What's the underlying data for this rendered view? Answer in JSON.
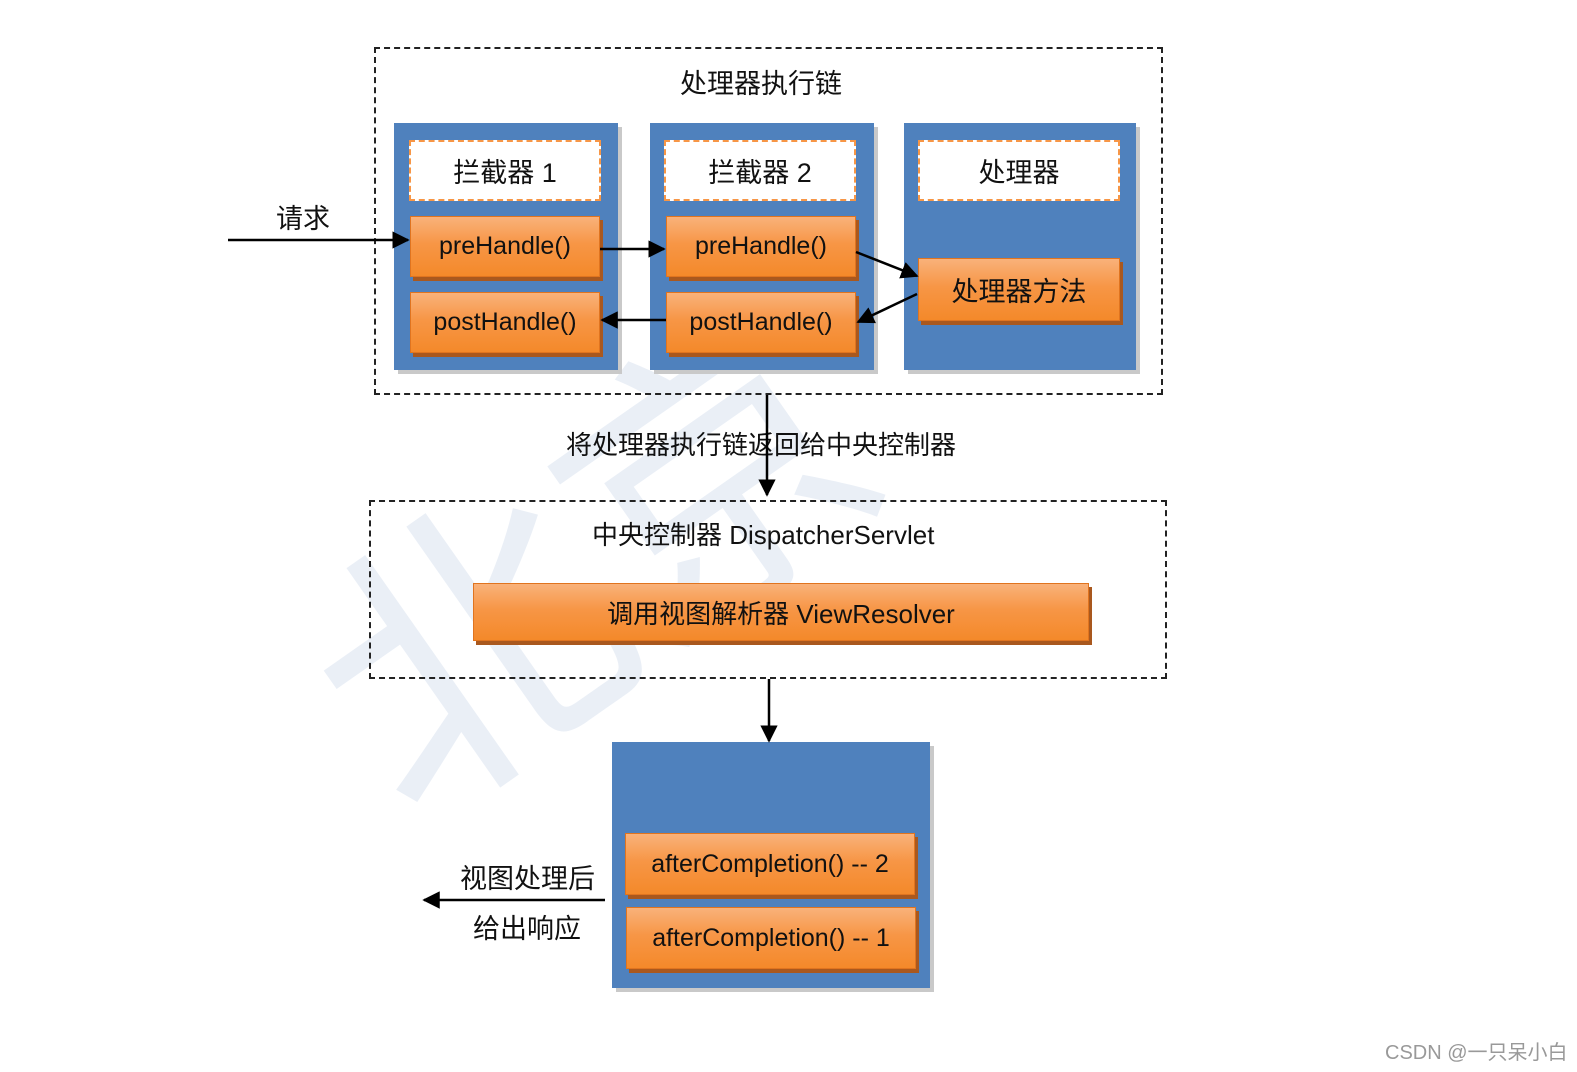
{
  "chain": {
    "title": "处理器执行链",
    "interceptor1": {
      "name": "拦截器 1",
      "pre": "preHandle()",
      "post": "postHandle()"
    },
    "interceptor2": {
      "name": "拦截器 2",
      "pre": "preHandle()",
      "post": "postHandle()"
    },
    "handler": {
      "name": "处理器",
      "method": "处理器方法"
    }
  },
  "request_label": "请求",
  "return_label": "将处理器执行链返回给中央控制器",
  "dispatcher": {
    "title": "中央控制器 DispatcherServlet",
    "resolver": "调用视图解析器 ViewResolver"
  },
  "completion": {
    "ac2": "afterCompletion() -- 2",
    "ac1": "afterCompletion() -- 1"
  },
  "response_label_1": "视图处理后",
  "response_label_2": "给出响应",
  "watermark_text": "CSDN @一只呆小白",
  "colors": {
    "blue_panel": "#4f81bd",
    "orange": "#f79646",
    "border": "#222222"
  }
}
